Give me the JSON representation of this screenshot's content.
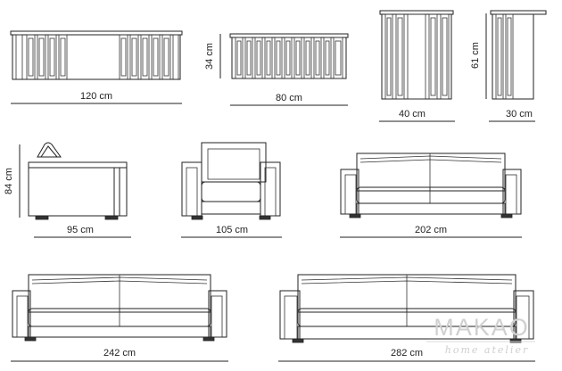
{
  "dimensions": {
    "table_120": "120 cm",
    "table_80": "80 cm",
    "table_height": "34 cm",
    "side_table_40": "40 cm",
    "side_table_30": "30 cm",
    "side_table_height": "61 cm",
    "sofa_depth": "95 cm",
    "sofa_height": "84 cm",
    "armchair": "105 cm",
    "sofa_202": "202 cm",
    "sofa_242": "242 cm",
    "sofa_282": "282 cm"
  },
  "brand": {
    "name": "MAKAO",
    "tagline": "home atelier"
  }
}
